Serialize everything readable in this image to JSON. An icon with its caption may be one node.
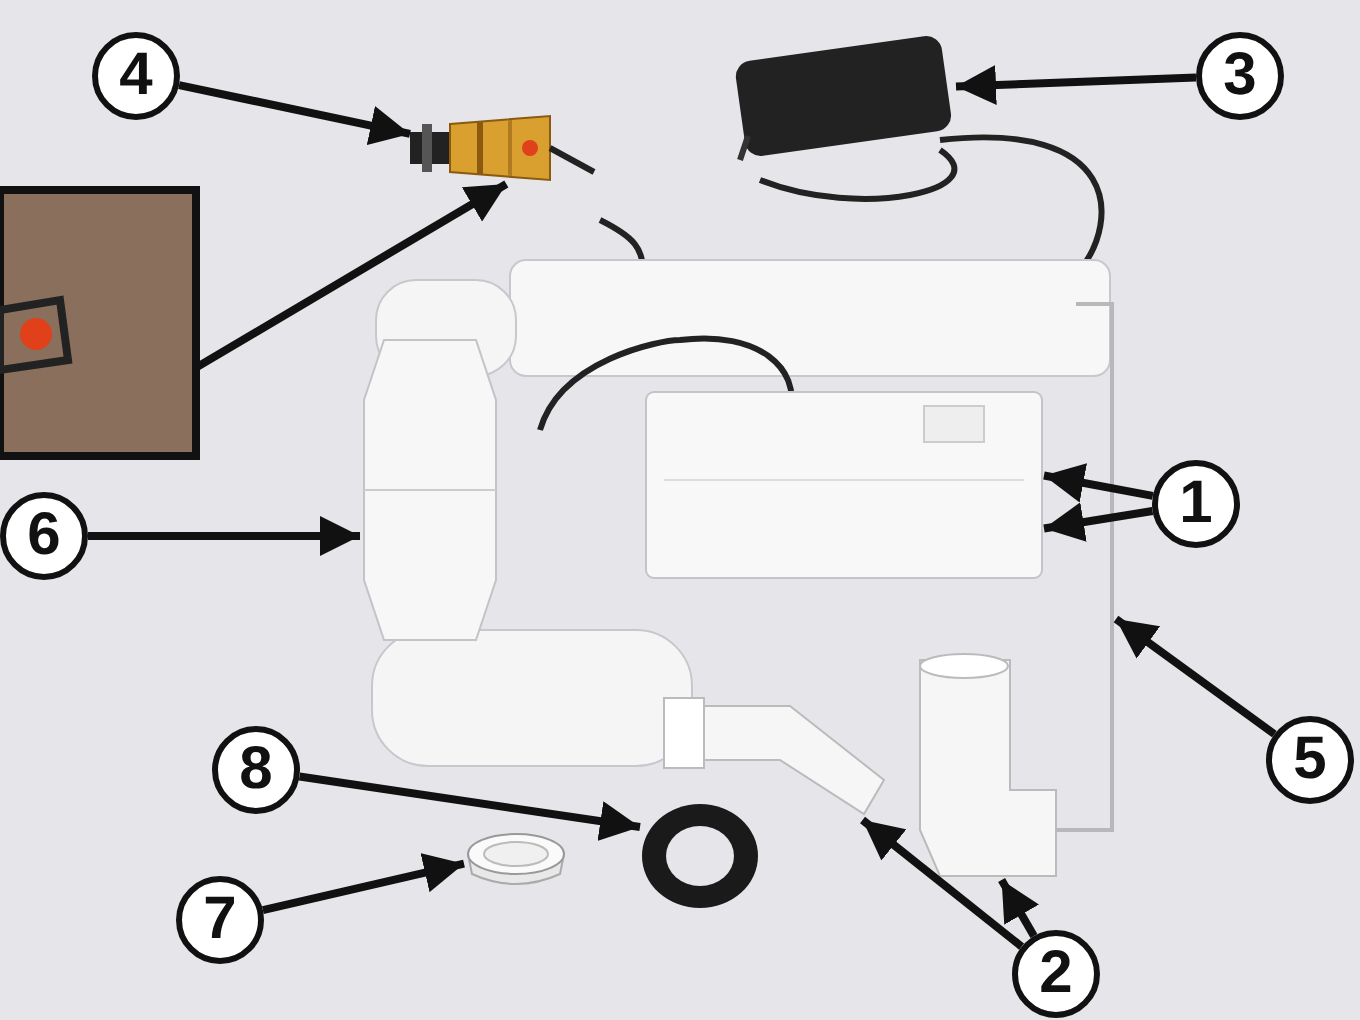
{
  "diagram": {
    "nodes": [
      {
        "text": [
          "1"
        ]
      },
      {
        "text": [],
        "shape": "picture"
      },
      {
        "text": [
          "2"
        ]
      },
      {
        "text": [],
        "shape": "picture"
      },
      {
        "text": [],
        "shape": "picture"
      },
      {
        "text": [
          "3"
        ]
      },
      {
        "text": [],
        "shape": "picture"
      },
      {
        "text": [
          "4"
        ]
      },
      {
        "text": [],
        "shape": "picture"
      },
      {
        "text": [],
        "shape": "picture"
      },
      {
        "text": [
          "5"
        ]
      },
      {
        "text": [],
        "shape": "picture"
      },
      {
        "text": [
          "6"
        ]
      },
      {
        "text": [],
        "shape": "picture"
      },
      {
        "text": [
          "7"
        ]
      },
      {
        "text": [],
        "shape": "picture"
      },
      {
        "text": [
          "8"
        ]
      },
      {
        "text": [],
        "shape": "picture"
      }
    ],
    "edges": [
      {
        "from": 0,
        "to": 1,
        "arrow": "to"
      },
      {
        "from": 0,
        "to": 1,
        "arrow": "to"
      },
      {
        "from": 2,
        "to": 3,
        "arrow": "to"
      },
      {
        "from": 2,
        "to": 4,
        "arrow": "to"
      },
      {
        "from": 5,
        "to": 6,
        "arrow": "to"
      },
      {
        "from": 7,
        "to": 8,
        "arrow": "to"
      },
      {
        "from": 9,
        "to": 8,
        "arrow": "to"
      },
      {
        "from": 10,
        "to": 11,
        "arrow": "to"
      },
      {
        "from": 12,
        "to": 13,
        "arrow": "to"
      },
      {
        "from": 14,
        "to": 15,
        "arrow": "to"
      },
      {
        "from": 16,
        "to": 17,
        "arrow": "to"
      }
    ]
  }
}
